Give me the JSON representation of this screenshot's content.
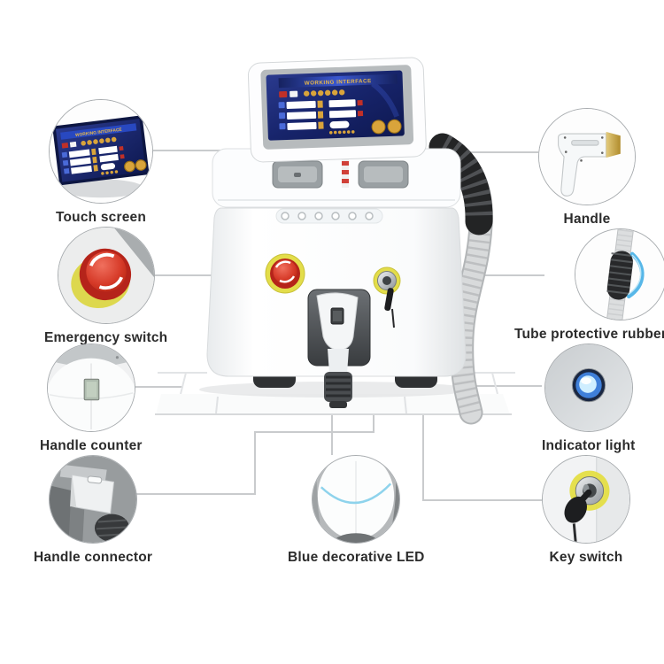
{
  "machine": {
    "name": "Portable diode laser beauty machine",
    "screen_title": "WORKING INTERFACE",
    "indicator_dot_count": 6
  },
  "callouts": [
    {
      "id": "touch-screen",
      "label": "Touch screen",
      "side": "left"
    },
    {
      "id": "emergency-switch",
      "label": "Emergency switch",
      "side": "left"
    },
    {
      "id": "handle-counter",
      "label": "Handle counter",
      "side": "left"
    },
    {
      "id": "handle-connector",
      "label": "Handle connector",
      "side": "bottom-left"
    },
    {
      "id": "blue-decorative-led",
      "label": "Blue decorative LED",
      "side": "bottom-center"
    },
    {
      "id": "handle",
      "label": "Handle",
      "side": "right"
    },
    {
      "id": "tube-protective-rubber",
      "label": "Tube protective rubber",
      "side": "right"
    },
    {
      "id": "indicator-light",
      "label": "Indicator light",
      "side": "right"
    },
    {
      "id": "key-switch",
      "label": "Key switch",
      "side": "right"
    }
  ],
  "colors": {
    "label_text": "#2c2c2c",
    "connector_line": "#c9cbcd",
    "emergency_red": "#c5271c",
    "safety_yellow": "#e3dd4a",
    "screen_navy": "#1b2a6b",
    "screen_gold": "#d9a43b",
    "led_blue": "#8ed3ec",
    "indicator_blue": "#3f7fd9",
    "strap_blue": "#57b7e8"
  }
}
